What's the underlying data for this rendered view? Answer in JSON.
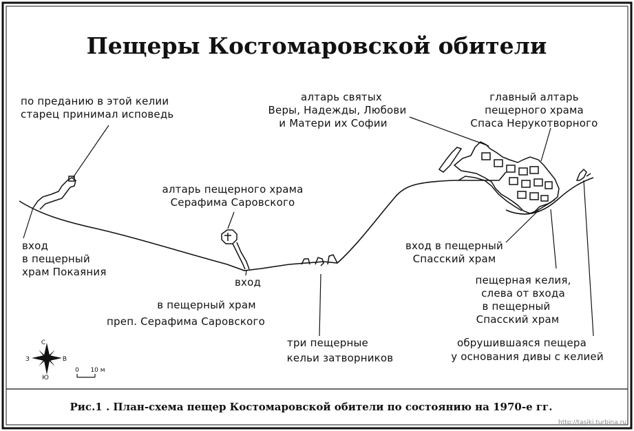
{
  "title": "Пещеры Костомаровской обители",
  "caption": "Рис.1 . План-схема пещер Костомаровской обители по состоянию на 1970-е  гг.",
  "watermark": "http://tasiki.turbina.ru",
  "labels": {
    "confession": [
      "по преданию в этой келии",
      "старец принимал исповедь"
    ],
    "pokayaniya": [
      "вход",
      "в пещерный",
      "храм Покаяния"
    ],
    "serafim_altar": [
      "алтарь пещерного храма",
      "Серафима Саровского"
    ],
    "serafim_entry": [
      "вход",
      "в пещерный храм",
      "преп. Серафима Саровского"
    ],
    "recluses": [
      "три пещерные",
      "кельи затворников"
    ],
    "saints_altar": [
      "алтарь святых",
      "Веры, Надежды, Любови",
      "и Матери их Софии"
    ],
    "main_altar": [
      "главный алтарь",
      "пещерного храма",
      "Спаса Нерукотворного"
    ],
    "spassky_entry": [
      "вход в пещерный",
      "Спасский храм"
    ],
    "cell_left": [
      "пещерная келия,",
      "слева от входа",
      "в пещерный",
      "Спасский храм"
    ],
    "collapsed": [
      "обрушившаяся пещера",
      "у основания дивы с келией"
    ]
  },
  "compass": {
    "north": "С",
    "south": "Ю",
    "west": "З",
    "east": "В"
  },
  "scale": {
    "zero": "0",
    "ten": "10 м"
  },
  "colors": {
    "ink": "#111111",
    "paper": "#ffffff"
  }
}
